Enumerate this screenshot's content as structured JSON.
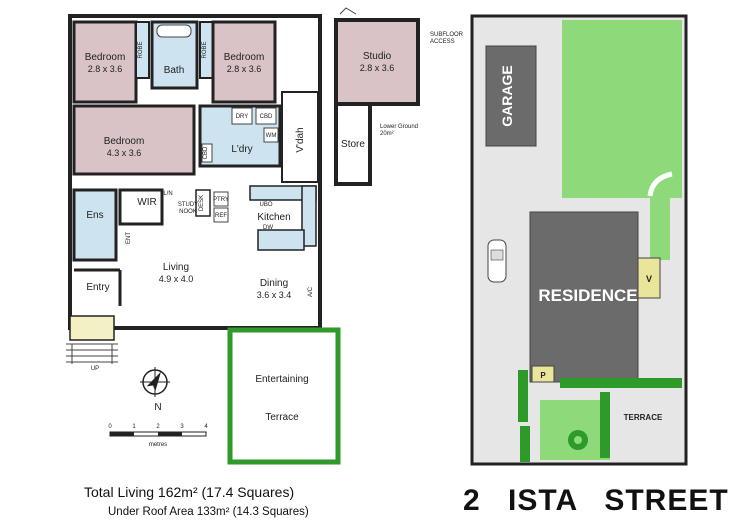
{
  "floorplan": {
    "rooms": {
      "bedroom1": {
        "label": "Bedroom",
        "dims": "2.8 x 3.6"
      },
      "bath": {
        "label": "Bath"
      },
      "bedroom2": {
        "label": "Bedroom",
        "dims": "2.8 x 3.6"
      },
      "bedroom3": {
        "label": "Bedroom",
        "dims": "4.3 x 3.6"
      },
      "laundry": {
        "label": "L'dry"
      },
      "verandah": {
        "label": "V'dah"
      },
      "ensuite": {
        "label": "Ens"
      },
      "wir": {
        "label": "WIR"
      },
      "study_nook": {
        "label": "STUDY\nNOOK"
      },
      "kitchen": {
        "label": "Kitchen"
      },
      "living": {
        "label": "Living",
        "dims": "4.9 x 4.0"
      },
      "dining": {
        "label": "Dining",
        "dims": "3.6 x 3.4"
      },
      "entry": {
        "label": "Entry"
      },
      "entertaining": {
        "label": "Entertaining"
      },
      "terrace": {
        "label": "Terrace"
      },
      "studio": {
        "label": "Studio",
        "dims": "2.8 x 3.6"
      },
      "store": {
        "label": "Store"
      }
    },
    "fixtures": {
      "robe_left": "ROBE",
      "robe_right": "ROBE",
      "dry": "DRY",
      "cbd_top": "CBD",
      "wm": "WM",
      "cbd_left": "CBD",
      "ptry": "PTRY",
      "ref": "REF",
      "desk": "DESK",
      "ubo": "UBO",
      "dw": "DW",
      "ln": "L/N",
      "ent": "ENT",
      "ac": "A/C",
      "up": "UP"
    },
    "subfloor_access": "SUBFLOOR\nACCESS",
    "lower_ground": "Lower Ground\n20m²",
    "compass_north": "N",
    "scale": {
      "ticks": [
        "0",
        "1",
        "2",
        "3",
        "4"
      ],
      "unit": "metres"
    }
  },
  "siteplan": {
    "garage": "GARAGE",
    "residence": "RESIDENCE",
    "terrace": "TERRACE",
    "v_label": "V",
    "p_label": "P"
  },
  "captions": {
    "total_living": "Total Living 162m² (17.4 Squares)",
    "under_roof": "Under Roof Area 133m² (14.3 Squares)",
    "address": "2 ISTA STREET"
  },
  "colors": {
    "bedroom": "#d9c3c6",
    "wet_area": "#cde3ef",
    "lawn": "#8ed97a",
    "garden_dark": "#2e9a2a",
    "building": "#6b6b6b",
    "site_bg": "#e6e6e6",
    "outline": "#222222"
  }
}
